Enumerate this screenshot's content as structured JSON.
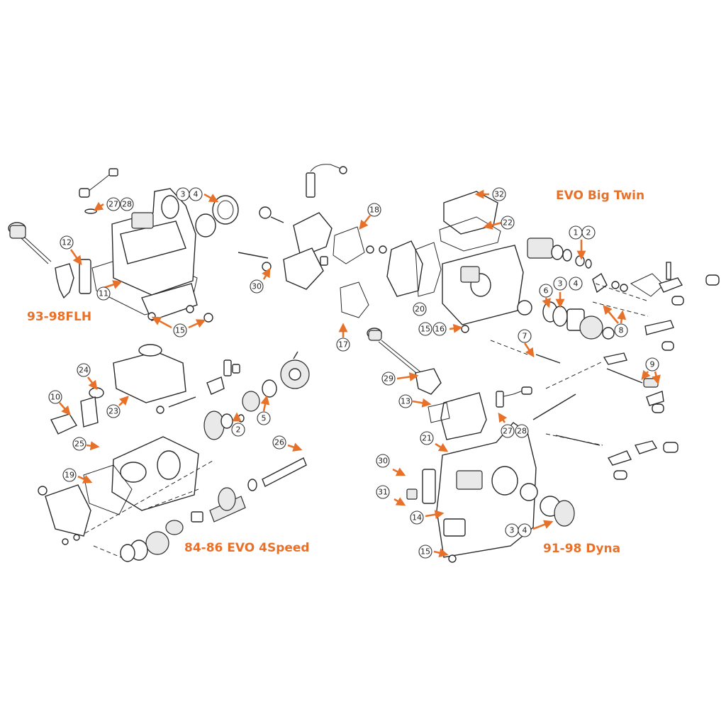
{
  "sections": [
    {
      "id": "flh",
      "label": "93-98FLH"
    },
    {
      "id": "evo4",
      "label": "84-86 EVO 4Speed"
    },
    {
      "id": "evobt",
      "label": "EVO Big Twin"
    },
    {
      "id": "dyna",
      "label": "91-98 Dyna"
    }
  ],
  "colors": {
    "accent": "#e8712a",
    "line": "#2a2a2a"
  },
  "callouts": {
    "flh_27": "27",
    "flh_28": "28",
    "flh_3": "3",
    "flh_4": "4",
    "flh_12": "12",
    "flh_11": "11",
    "flh_15": "15",
    "evo4_24": "24",
    "evo4_23": "23",
    "evo4_10": "10",
    "evo4_2": "2",
    "evo4_5": "5",
    "evo4_25": "25",
    "evo4_26": "26",
    "evo4_19": "19",
    "mid_18": "18",
    "mid_30": "30",
    "mid_17": "17",
    "mid_20": "20",
    "bt_32": "32",
    "bt_22": "22",
    "bt_1": "1",
    "bt_2": "2",
    "bt_6": "6",
    "bt_3": "3",
    "bt_4": "4",
    "bt_8": "8",
    "bt_7": "7",
    "bt_15": "15",
    "bt_16": "16",
    "bt_9": "9",
    "dy_29": "29",
    "dy_13": "13",
    "dy_27": "27",
    "dy_28": "28",
    "dy_21": "21",
    "dy_30": "30",
    "dy_31": "31",
    "dy_14": "14",
    "dy_3": "3",
    "dy_4": "4",
    "dy_15": "15"
  }
}
